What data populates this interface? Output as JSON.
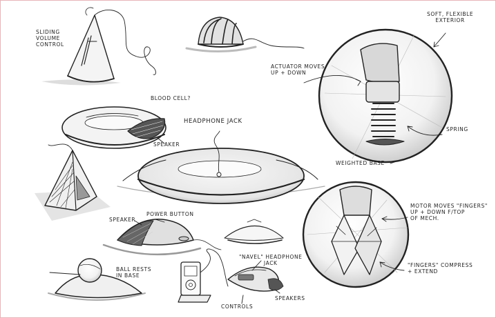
{
  "frame_color": "#e7b4b8",
  "ink_color": "#222222",
  "labels": {
    "sliding_volume_control": "Sliding\nvolume\ncontrol",
    "blood_cell": "Blood cell?",
    "speaker_left": "Speaker",
    "headphone_jack": "Headphone Jack",
    "speaker_mid": "Speaker",
    "power_button": "Power Button",
    "ball_rests_in_base": "Ball rests\nin base",
    "navel_headphone_jack": "\"Navel\" headphone\njack",
    "controls": "Controls",
    "speakers": "Speakers",
    "soft_flexible_exterior": "Soft, flexible\nexterior",
    "actuator_moves": "Actuator moves\nup + down",
    "spring": "Spring",
    "weighted_base": "Weighted base",
    "motor_moves": "Motor moves \"fingers\"\nup + down f/top\nof mech.",
    "fingers_compress": "\"Fingers\" compress\n+ extend"
  }
}
